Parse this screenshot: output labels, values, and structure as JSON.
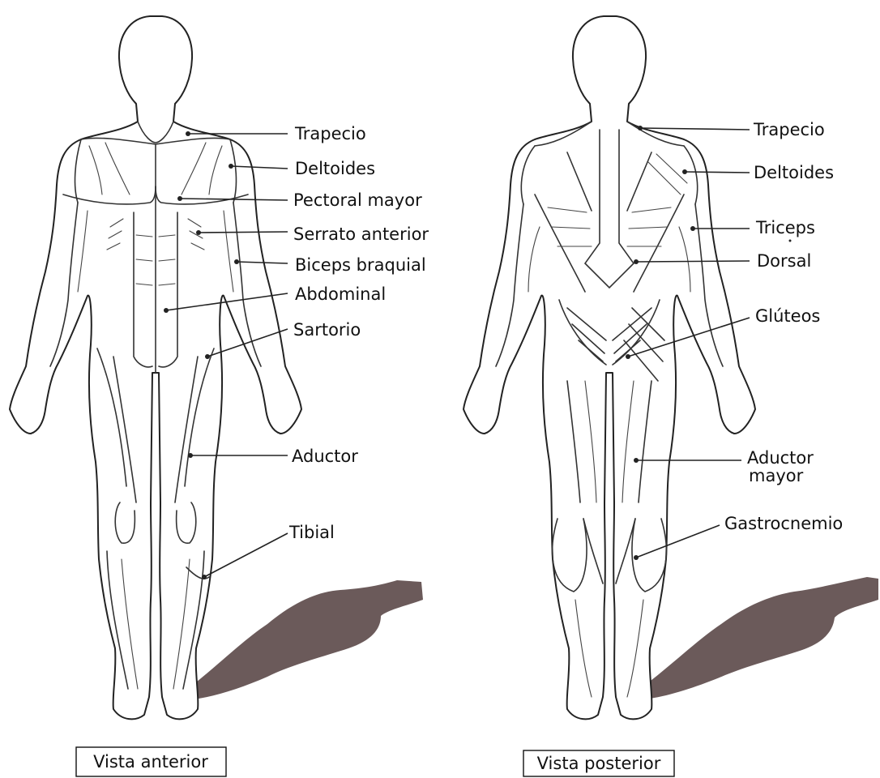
{
  "figure": {
    "anterior": {
      "caption": "Vista anterior",
      "labels": {
        "trapecio": "Trapecio",
        "deltoides": "Deltoides",
        "pectoral_mayor": "Pectoral mayor",
        "serrato_anterior": "Serrato anterior",
        "biceps_braquial": "Biceps braquial",
        "abdominal": "Abdominal",
        "sartorio": "Sartorio",
        "aductor": "Aductor",
        "tibial": "Tibial"
      }
    },
    "posterior": {
      "caption": "Vista posterior",
      "labels": {
        "trapecio": "Trapecio",
        "deltoides": "Deltoides",
        "triceps": "Triceps",
        "dorsal": "Dorsal",
        "gluteos": "Glúteos",
        "aductor_mayor_1": "Aductor",
        "aductor_mayor_2": "mayor",
        "gastrocnemio": "Gastrocnemio"
      }
    }
  }
}
